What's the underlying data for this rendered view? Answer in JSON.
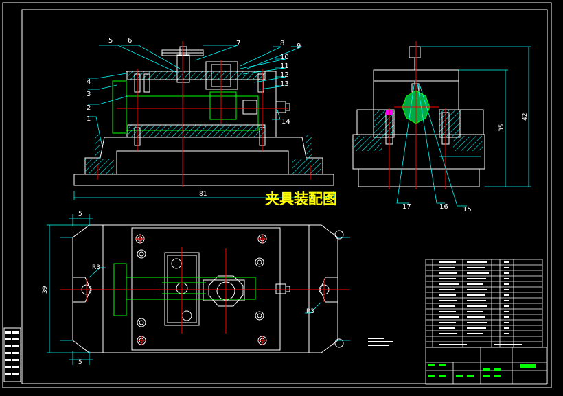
{
  "drawing": {
    "title": "夹具装配图",
    "part_numbers": [
      "1",
      "2",
      "3",
      "4",
      "5",
      "6",
      "7",
      "8",
      "9",
      "10",
      "11",
      "12",
      "13",
      "14",
      "15",
      "16",
      "17"
    ],
    "dimensions": {
      "front_width": "81",
      "side_height_inner": "35",
      "side_height_outer": "42",
      "plan_height": "39",
      "plan_offset_top": "5",
      "plan_offset_bottom": "5",
      "radius_left": "R3",
      "radius_right": "R3"
    }
  },
  "colors": {
    "background": "#000000",
    "frame": "#ffffff",
    "outline": "#ffffff",
    "centerline": "#ff0000",
    "hidden": "#00ff00",
    "dimension": "#00ffff",
    "leader": "#00ffff",
    "hatch": "#00ffff",
    "title": "#ffff00",
    "highlight": "#ff00ff"
  }
}
